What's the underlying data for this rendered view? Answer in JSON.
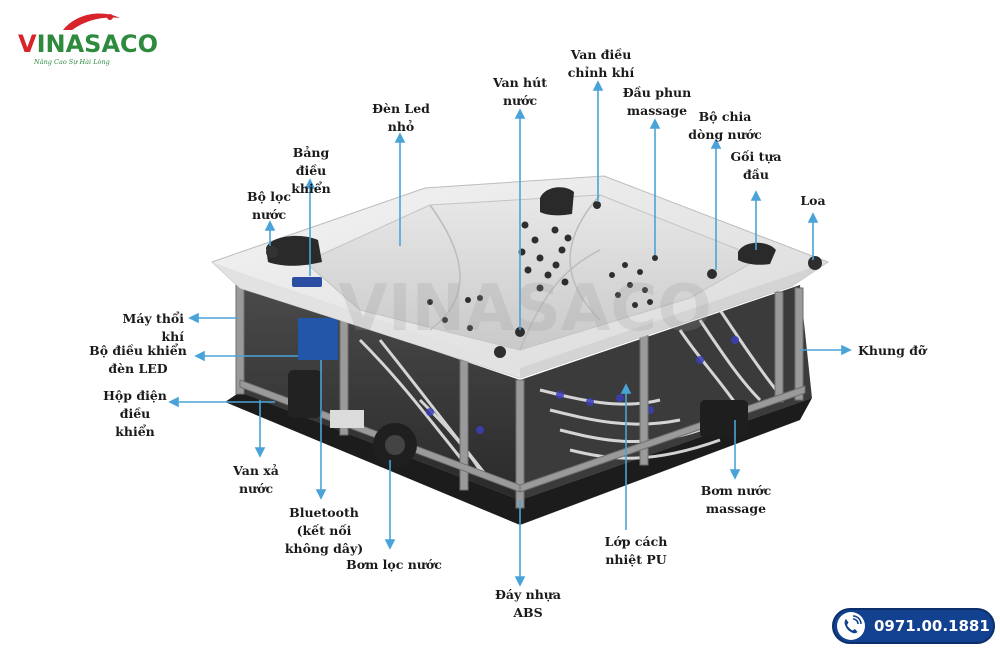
{
  "brand": {
    "name_v": "V",
    "name_rest": "INASACO",
    "slogan": "Nâng Cao Sự Hài Lòng",
    "colors": {
      "green": "#2e8b3e",
      "red": "#d8232a",
      "navy": "#12418f"
    }
  },
  "hotline": {
    "number": "0971.00.1881",
    "icon": "phone-icon"
  },
  "labels": {
    "may_thoi_khi": "Máy thổi khí",
    "bo_dieu_khien_led": "Bộ điều khiển\nđèn LED",
    "hop_dien": "Hộp điện\nđiều khiển",
    "van_xa": "Van xả\nnước",
    "bluetooth": "Bluetooth\n(kết nối\nkhông dây)",
    "bom_loc": "Bơm lọc nước",
    "day_nhua": "Đáy nhựa\nABS",
    "lop_cach_nhiet": "Lớp cách\nnhiệt PU",
    "bom_massage": "Bơm nước\nmassage",
    "khung_do": "Khung đỡ",
    "loa": "Loa",
    "goi_tua_dau": "Gối tựa\nđầu",
    "bo_chia": "Bộ chia\ndòng nước",
    "dau_phun": "Đầu phun\nmassage",
    "van_dieu_chinh_khi": "Van điều\nchỉnh khí",
    "van_hut": "Van hút\nnước",
    "den_led": "Đèn  Led\nnhỏ",
    "bang_dieu_khien": "Bảng điều\nkhiển",
    "bo_loc": "Bộ lọc\nnước"
  },
  "watermark": "VINASACO"
}
